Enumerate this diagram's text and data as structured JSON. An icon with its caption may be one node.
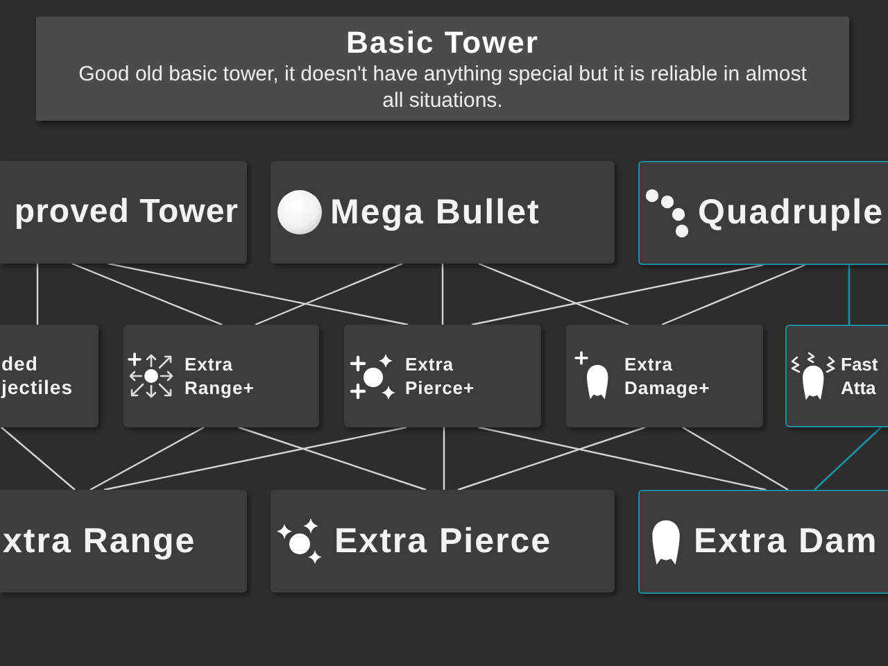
{
  "diagram": {
    "nodes": [
      {
        "text": [
          "Basic Tower",
          "Good old basic tower, it doesn't have anything special but it is reliable in almost all situations."
        ]
      },
      {
        "text": [
          "proved Tower"
        ]
      },
      {
        "text": [
          "Mega Bullet"
        ]
      },
      {
        "text": [
          "Quadruple"
        ]
      },
      {
        "text": [
          "ded jectiles"
        ]
      },
      {
        "text": [
          "Extra Range+"
        ]
      },
      {
        "text": [
          "Extra Pierce+"
        ]
      },
      {
        "text": [
          "Extra Damage+"
        ]
      },
      {
        "text": [
          "Fast Atta"
        ]
      },
      {
        "text": [
          "xtra Range"
        ]
      },
      {
        "text": [
          "Extra Pierce"
        ]
      },
      {
        "text": [
          "Extra Dam"
        ]
      }
    ],
    "edges": [
      {
        "from": 1,
        "to": 4,
        "arrow": "none"
      },
      {
        "from": 1,
        "to": 5,
        "arrow": "none"
      },
      {
        "from": 1,
        "to": 6,
        "arrow": "none"
      },
      {
        "from": 2,
        "to": 5,
        "arrow": "none"
      },
      {
        "from": 2,
        "to": 6,
        "arrow": "none"
      },
      {
        "from": 2,
        "to": 7,
        "arrow": "none"
      },
      {
        "from": 3,
        "to": 6,
        "arrow": "none"
      },
      {
        "from": 3,
        "to": 7,
        "arrow": "none"
      },
      {
        "from": 3,
        "to": 8,
        "arrow": "none",
        "color": "#1f8ea3"
      },
      {
        "from": 4,
        "to": 9,
        "arrow": "none"
      },
      {
        "from": 5,
        "to": 9,
        "arrow": "none"
      },
      {
        "from": 5,
        "to": 10,
        "arrow": "none"
      },
      {
        "from": 6,
        "to": 9,
        "arrow": "none"
      },
      {
        "from": 6,
        "to": 10,
        "arrow": "none"
      },
      {
        "from": 6,
        "to": 11,
        "arrow": "none"
      },
      {
        "from": 7,
        "to": 10,
        "arrow": "none"
      },
      {
        "from": 7,
        "to": 11,
        "arrow": "none"
      },
      {
        "from": 8,
        "to": 11,
        "arrow": "none",
        "color": "#1f8ea3"
      }
    ]
  }
}
